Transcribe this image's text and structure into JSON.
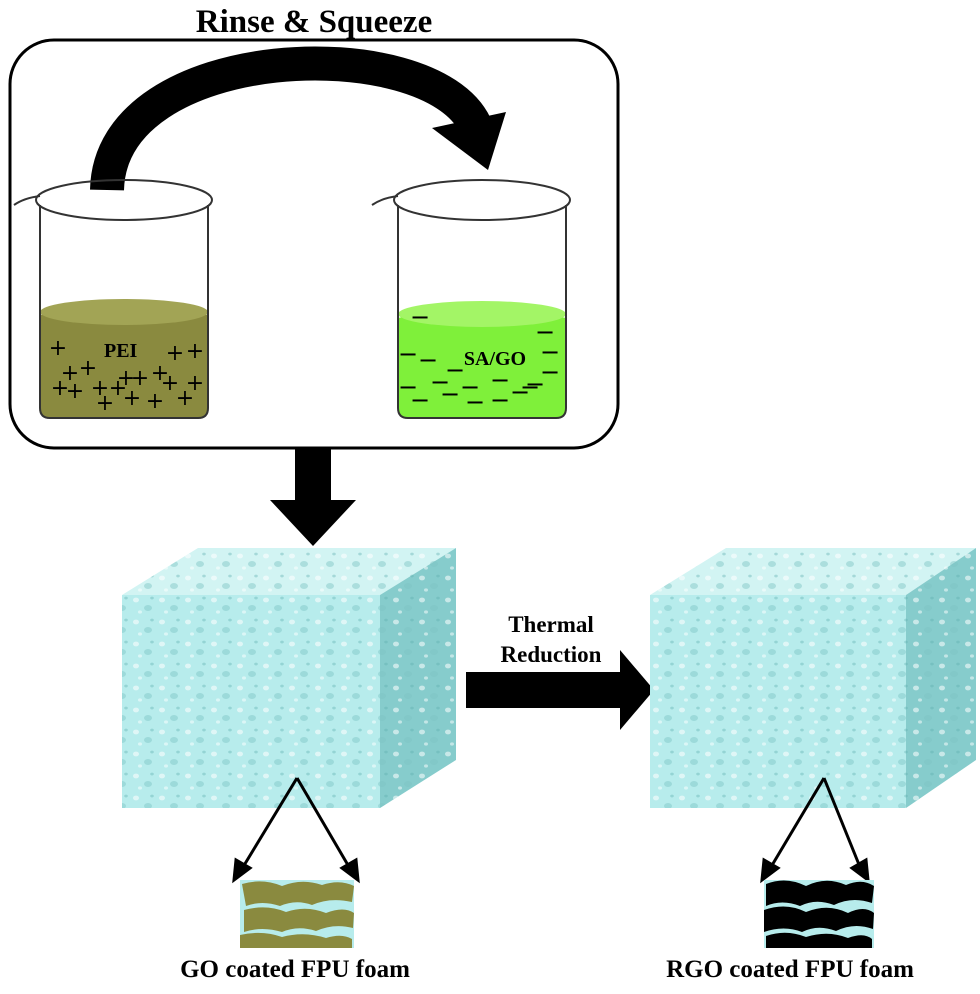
{
  "title": "Rinse & Squeeze",
  "beakers": [
    {
      "label": "PEI",
      "charge": "+",
      "liquid_color": "#8a8a3f"
    },
    {
      "label": "SA/GO",
      "charge": "−",
      "liquid_color": "#7ff03a"
    }
  ],
  "process": {
    "line1": "Thermal",
    "line2": "Reduction"
  },
  "foams": [
    {
      "caption": "GO coated FPU foam",
      "coating_color": "#8a8a3f"
    },
    {
      "caption": "RGO coated FPU foam",
      "coating_color": "#000000"
    }
  ],
  "colors": {
    "foam_front": "#b7ecec",
    "foam_top": "#d2f4f3",
    "foam_side": "#86cccc"
  }
}
